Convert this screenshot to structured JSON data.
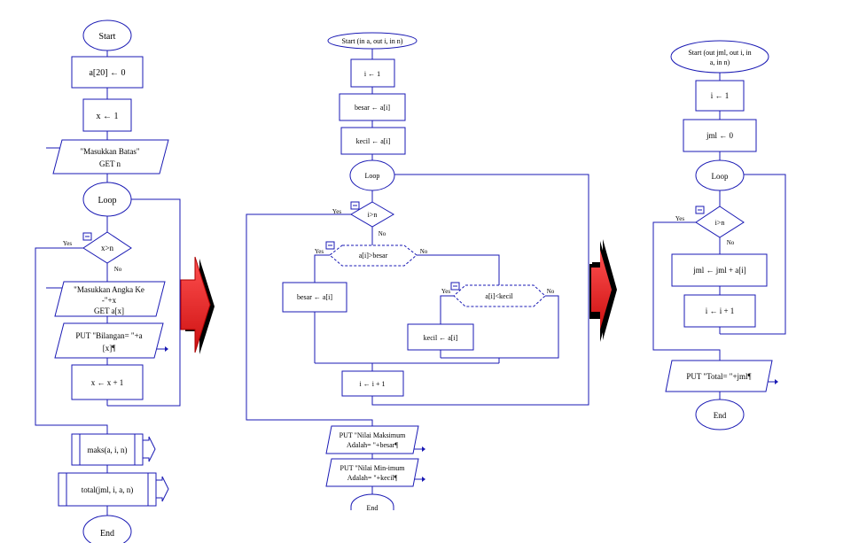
{
  "colors": {
    "stroke": "#1a1ab4",
    "arrow_fill": "#ee2222",
    "arrow_shadow": "#000000"
  },
  "main": {
    "start": "Start",
    "init_array": "a[20] ← 0",
    "init_x": "x ← 1",
    "prompt_limit_1": "\"Masukkan Batas\"",
    "prompt_limit_2": "GET n",
    "loop": "Loop",
    "condition": "x>n",
    "yes": "Yes",
    "no": "No",
    "prompt_number_1": "\"Masukkan Angka Ke",
    "prompt_number_2": "-\"+x",
    "prompt_number_3": "GET a[x]",
    "put_number_1": "PUT \"Bilangan= \"+a",
    "put_number_2": "[x]¶",
    "increment": "x ← x + 1",
    "call_max": "maks(a, i, n)",
    "call_total": "total(jml, i, a, n)",
    "end": "End"
  },
  "max_proc": {
    "start": "Start (in a, out i, in n)",
    "init_i": "i ← 1",
    "init_big": "besar ← a[i]",
    "init_small": "kecil ← a[i]",
    "loop": "Loop",
    "condition": "i>n",
    "yes": "Yes",
    "no": "No",
    "cond_big": "a[i]>besar",
    "yes_big": "Yes",
    "no_big": "No",
    "assign_big": "besar ← a[i]",
    "cond_small": "a[i]<kecil",
    "yes_small": "Yes",
    "no_small": "No",
    "assign_small": "kecil ← a[i]",
    "increment": "i ← i + 1",
    "put_max_1": "PUT \"Nilai Maksimum",
    "put_max_2": "Adalah= \"+besar¶",
    "put_min_1": "PUT \"Nilai Min-imum",
    "put_min_2": "Adalah= \"+kecil¶",
    "end": "End"
  },
  "total_proc": {
    "start_1": "Start (out jml, out i, in",
    "start_2": "a, in n)",
    "init_i": "i ← 1",
    "init_sum": "jml ← 0",
    "loop": "Loop",
    "condition": "i>n",
    "yes": "Yes",
    "no": "No",
    "accumulate": "jml ← jml + a[i]",
    "increment": "i ← i + 1",
    "put_total": "PUT \"Total= \"+jml¶",
    "end": "End"
  }
}
